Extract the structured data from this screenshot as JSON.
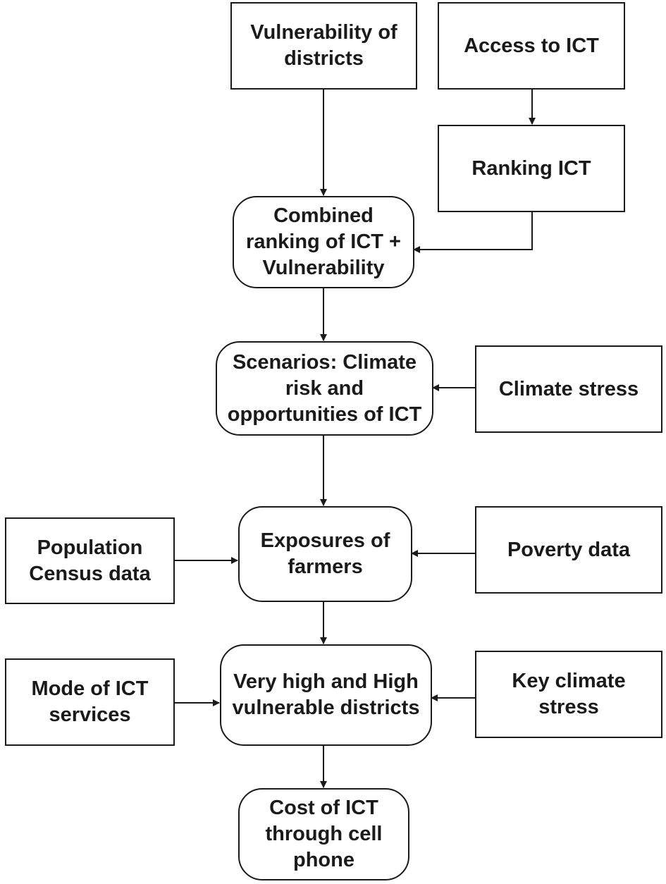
{
  "nodes": {
    "vulnerability_of_districts": "Vulnerability of districts",
    "access_to_ict": "Access to ICT",
    "ranking_ict": "Ranking ICT",
    "combined_ranking": "Combined ranking of ICT + Vulnerability",
    "scenarios": "Scenarios: Climate risk and opportunities of ICT",
    "climate_stress": "Climate stress",
    "population_census": "Population Census data",
    "exposures_of_farmers": "Exposures of farmers",
    "poverty_data": "Poverty data",
    "mode_of_ict_services": "Mode of ICT services",
    "very_high_vulnerable": "Very high and High vulnerable districts",
    "key_climate_stress": "Key climate stress",
    "cost_of_ict": "Cost of ICT through cell phone"
  },
  "edges": [
    {
      "from": "vulnerability_of_districts",
      "to": "combined_ranking"
    },
    {
      "from": "access_to_ict",
      "to": "ranking_ict"
    },
    {
      "from": "ranking_ict",
      "to": "combined_ranking"
    },
    {
      "from": "combined_ranking",
      "to": "scenarios"
    },
    {
      "from": "climate_stress",
      "to": "scenarios"
    },
    {
      "from": "scenarios",
      "to": "exposures_of_farmers"
    },
    {
      "from": "population_census",
      "to": "exposures_of_farmers"
    },
    {
      "from": "poverty_data",
      "to": "exposures_of_farmers"
    },
    {
      "from": "exposures_of_farmers",
      "to": "very_high_vulnerable"
    },
    {
      "from": "mode_of_ict_services",
      "to": "very_high_vulnerable"
    },
    {
      "from": "key_climate_stress",
      "to": "very_high_vulnerable"
    },
    {
      "from": "very_high_vulnerable",
      "to": "cost_of_ict"
    }
  ]
}
